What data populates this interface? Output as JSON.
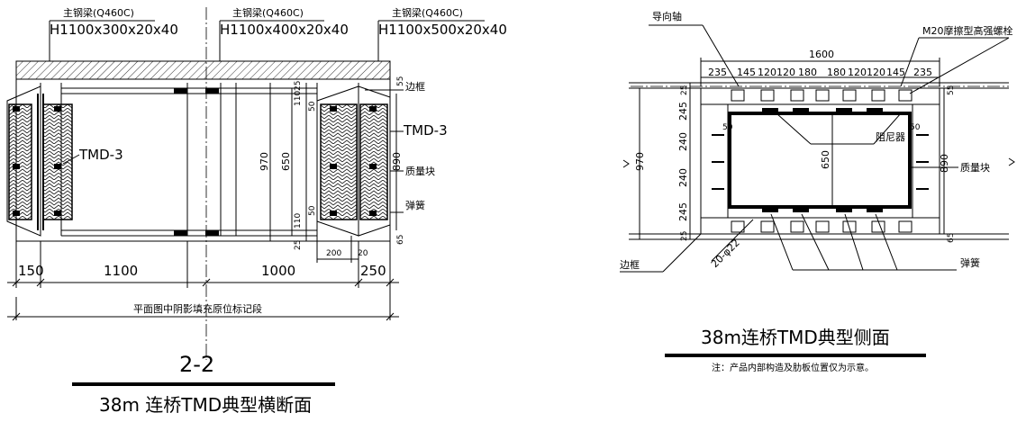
{
  "left_view": {
    "beams": [
      {
        "name": "主钢梁(Q460C)",
        "size": "H1100x300x20x40"
      },
      {
        "name": "主钢梁(Q460C)",
        "size": "H1100x400x20x40"
      },
      {
        "name": "主钢梁(Q460C)",
        "size": "H1100x500x20x40"
      }
    ],
    "labels": {
      "frame": "边框",
      "tmd_left": "TMD-3",
      "tmd_right": "TMD-3",
      "mass": "质量块",
      "spring": "弹簧"
    },
    "dims": {
      "d970": "970",
      "d650": "650",
      "d890": "890",
      "d25t": "25",
      "d110t": "110",
      "d50t": "50",
      "d55": "55",
      "d110b": "110",
      "d50b": "50",
      "d25b": "25",
      "d65": "65",
      "d200": "200",
      "d20": "20",
      "bottom": [
        "150",
        "1100",
        "1000",
        "250"
      ]
    },
    "note": "平面图中阴影填充原位标记段",
    "section_mark": "2-2",
    "title": "38m 连桥TMD典型横断面"
  },
  "right_view": {
    "labels": {
      "guide_axis": "导向轴",
      "bolt": "M20摩擦型高强螺栓",
      "damper": "阻尼器",
      "mass": "质量块",
      "frame": "边框",
      "spring": "弹簧",
      "rebar": "20-φ22"
    },
    "dims": {
      "top_total": "1600",
      "top_parts": [
        "235",
        "145",
        "120",
        "120",
        "180",
        "180",
        "120",
        "120",
        "145",
        "235"
      ],
      "left_parts": [
        "25",
        "245",
        "240",
        "240",
        "245",
        "25"
      ],
      "d970": "970",
      "d650": "650",
      "d890": "890",
      "d55": "55",
      "d65": "65",
      "d50a": "50",
      "d50b": "50"
    },
    "title": "38m连桥TMD典型侧面",
    "note": "注：产品内部构造及肋板位置仅为示意。"
  }
}
